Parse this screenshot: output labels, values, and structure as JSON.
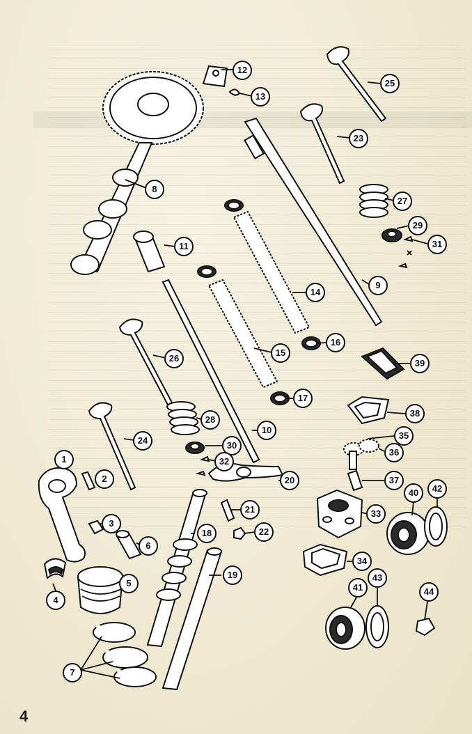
{
  "page": {
    "number": "4"
  },
  "callouts": [
    {
      "n": "1"
    },
    {
      "n": "2"
    },
    {
      "n": "3"
    },
    {
      "n": "4"
    },
    {
      "n": "5"
    },
    {
      "n": "6"
    },
    {
      "n": "7"
    },
    {
      "n": "8"
    },
    {
      "n": "9"
    },
    {
      "n": "10"
    },
    {
      "n": "11"
    },
    {
      "n": "12"
    },
    {
      "n": "13"
    },
    {
      "n": "14"
    },
    {
      "n": "15"
    },
    {
      "n": "16"
    },
    {
      "n": "17"
    },
    {
      "n": "18"
    },
    {
      "n": "19"
    },
    {
      "n": "20"
    },
    {
      "n": "21"
    },
    {
      "n": "22"
    },
    {
      "n": "23"
    },
    {
      "n": "24"
    },
    {
      "n": "25"
    },
    {
      "n": "26"
    },
    {
      "n": "27"
    },
    {
      "n": "28"
    },
    {
      "n": "29"
    },
    {
      "n": "30"
    },
    {
      "n": "31"
    },
    {
      "n": "32"
    },
    {
      "n": "33"
    },
    {
      "n": "34"
    },
    {
      "n": "35"
    },
    {
      "n": "36"
    },
    {
      "n": "37"
    },
    {
      "n": "38"
    },
    {
      "n": "39"
    },
    {
      "n": "40"
    },
    {
      "n": "41"
    },
    {
      "n": "42"
    },
    {
      "n": "43"
    },
    {
      "n": "44"
    }
  ]
}
